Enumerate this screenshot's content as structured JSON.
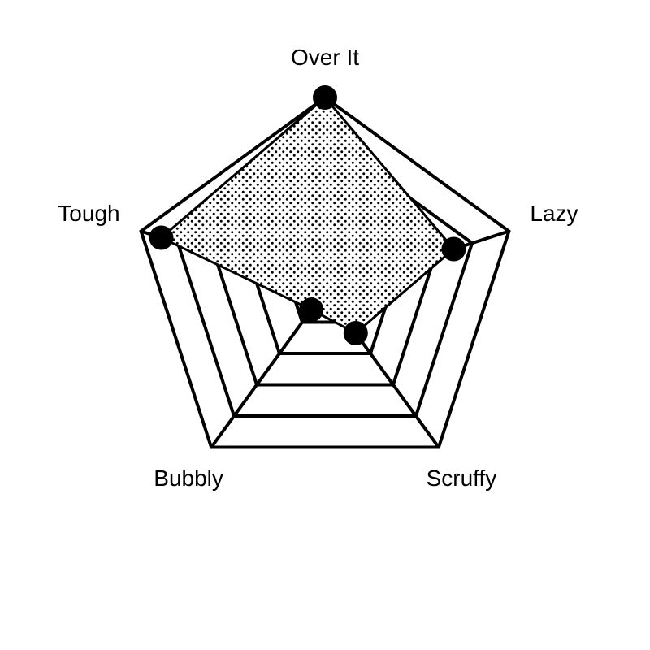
{
  "chart_data": {
    "type": "radar",
    "axes": [
      "Over It",
      "Lazy",
      "Scruffy",
      "Bubbly",
      "Tough"
    ],
    "values": [
      5,
      3.5,
      1.35,
      0.6,
      4.45
    ],
    "range": [
      0,
      5
    ],
    "grid_levels": [
      1,
      2,
      3,
      4,
      5
    ],
    "grid": true,
    "legend": "none",
    "colors": {
      "line": "#000000",
      "marker": "#000000",
      "fill_pattern": "black-dots-on-white"
    }
  }
}
